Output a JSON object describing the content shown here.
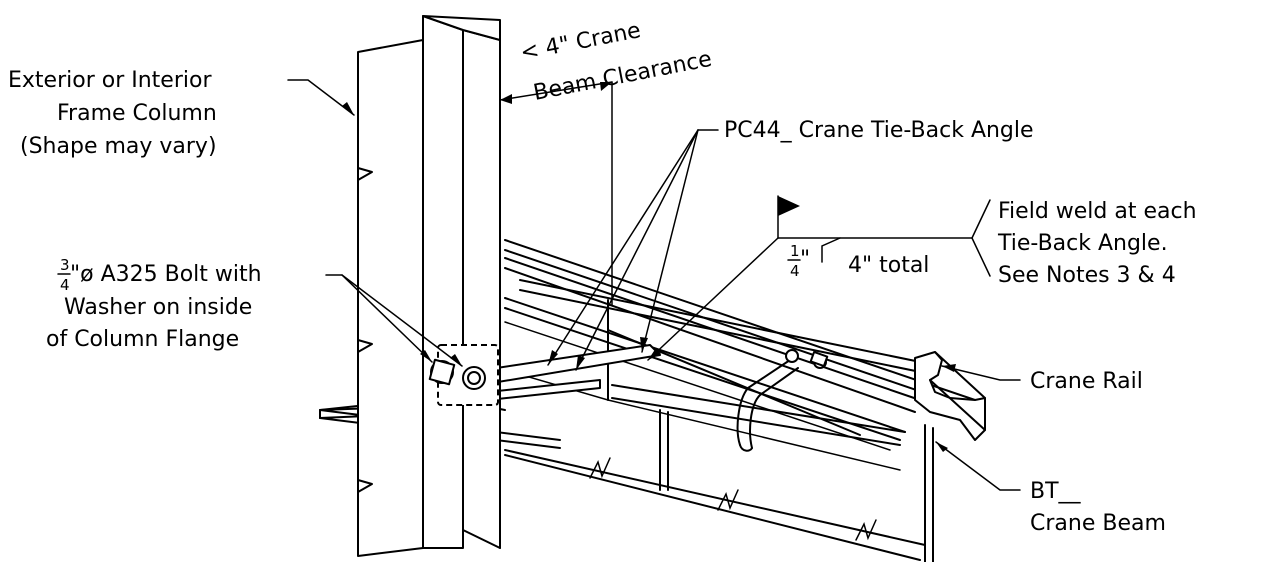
{
  "labels": {
    "column_line1": "Exterior or Interior",
    "column_line2": "Frame Column",
    "column_line3": "(Shape may vary)",
    "clearance_line1": "< 4\" Crane",
    "clearance_line2": "Beam Clearance",
    "angle": "PC44_ Crane Tie-Back Angle",
    "weld_line1": "Field weld at each",
    "weld_line2": "Tie-Back Angle.",
    "weld_line3": "See Notes 3 & 4",
    "weld_size_num": "1",
    "weld_size_den": "4",
    "weld_size_unit": "\"",
    "weld_length": "4\" total",
    "bolt_num": "3",
    "bolt_den": "4",
    "bolt_line1_rest": "\"ø A325 Bolt with",
    "bolt_line2": "Washer on inside",
    "bolt_line3": "of Column Flange",
    "rail": "Crane Rail",
    "beam_line1": "BT__",
    "beam_line2": "Crane Beam"
  }
}
